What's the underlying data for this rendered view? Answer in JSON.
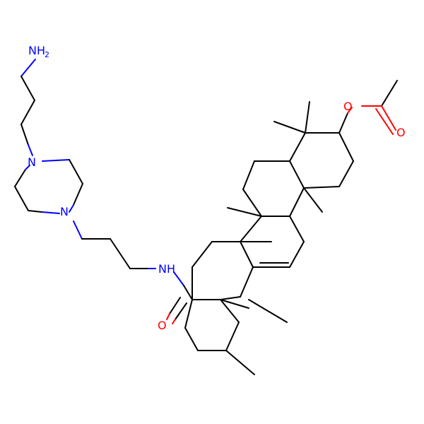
{
  "colors": {
    "background": "#ffffff",
    "carbon_bond": "#000000",
    "nitrogen": "#0000ff",
    "oxygen": "#ff0000"
  },
  "labels": {
    "amine": "NH",
    "amine_subscript": "2",
    "piperazine_n_top": "N",
    "piperazine_n_bottom": "N",
    "amide_nh": "NH",
    "amide_o": "O",
    "ester_o": "O",
    "carbonyl_o": "O"
  }
}
